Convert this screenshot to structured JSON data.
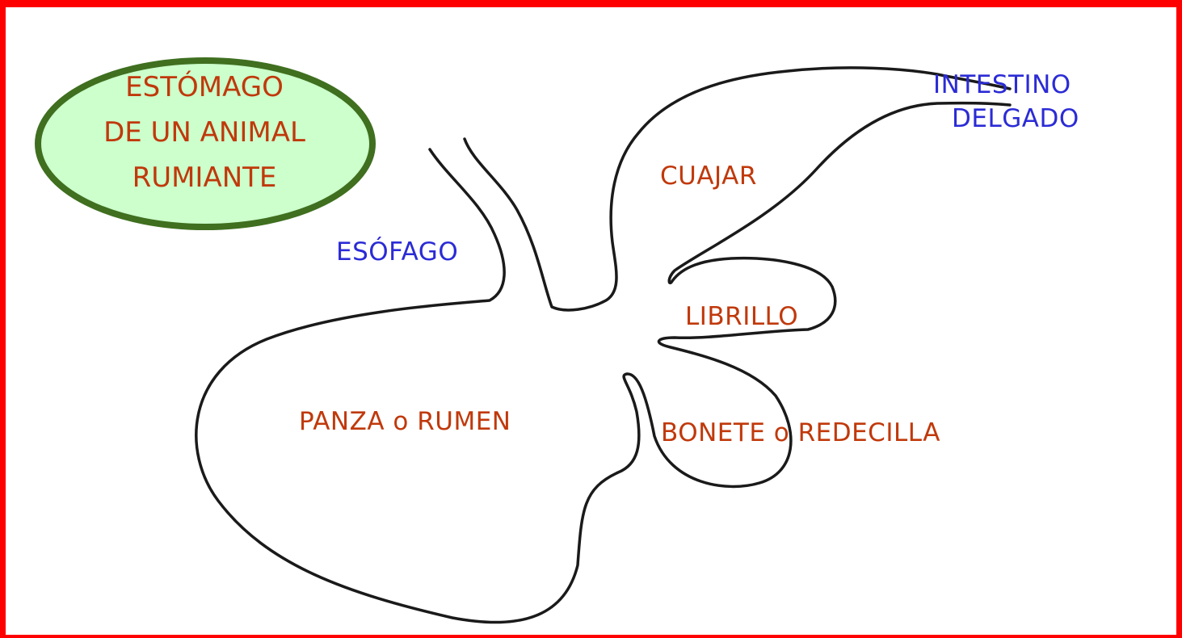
{
  "title": {
    "lines": [
      "ESTÓMAGO",
      "DE UN ANIMAL",
      "RUMIANTE"
    ]
  },
  "labels": {
    "intestino_line1": "INTESTINO",
    "intestino_line2": "DELGADO",
    "cuajar": "CUAJAR",
    "esofago": "ESÓFAGO",
    "librillo": "LIBRILLO",
    "panza": "PANZA o RUMEN",
    "bonete": "BONETE o REDECILLA"
  },
  "colors": {
    "frame": "#ff0000",
    "title_fill": "#ccffcc",
    "title_border": "#3f6f1f",
    "organ_label": "#c0390b",
    "connector_label": "#2b2bd6",
    "outline": "#1a1a1a"
  }
}
